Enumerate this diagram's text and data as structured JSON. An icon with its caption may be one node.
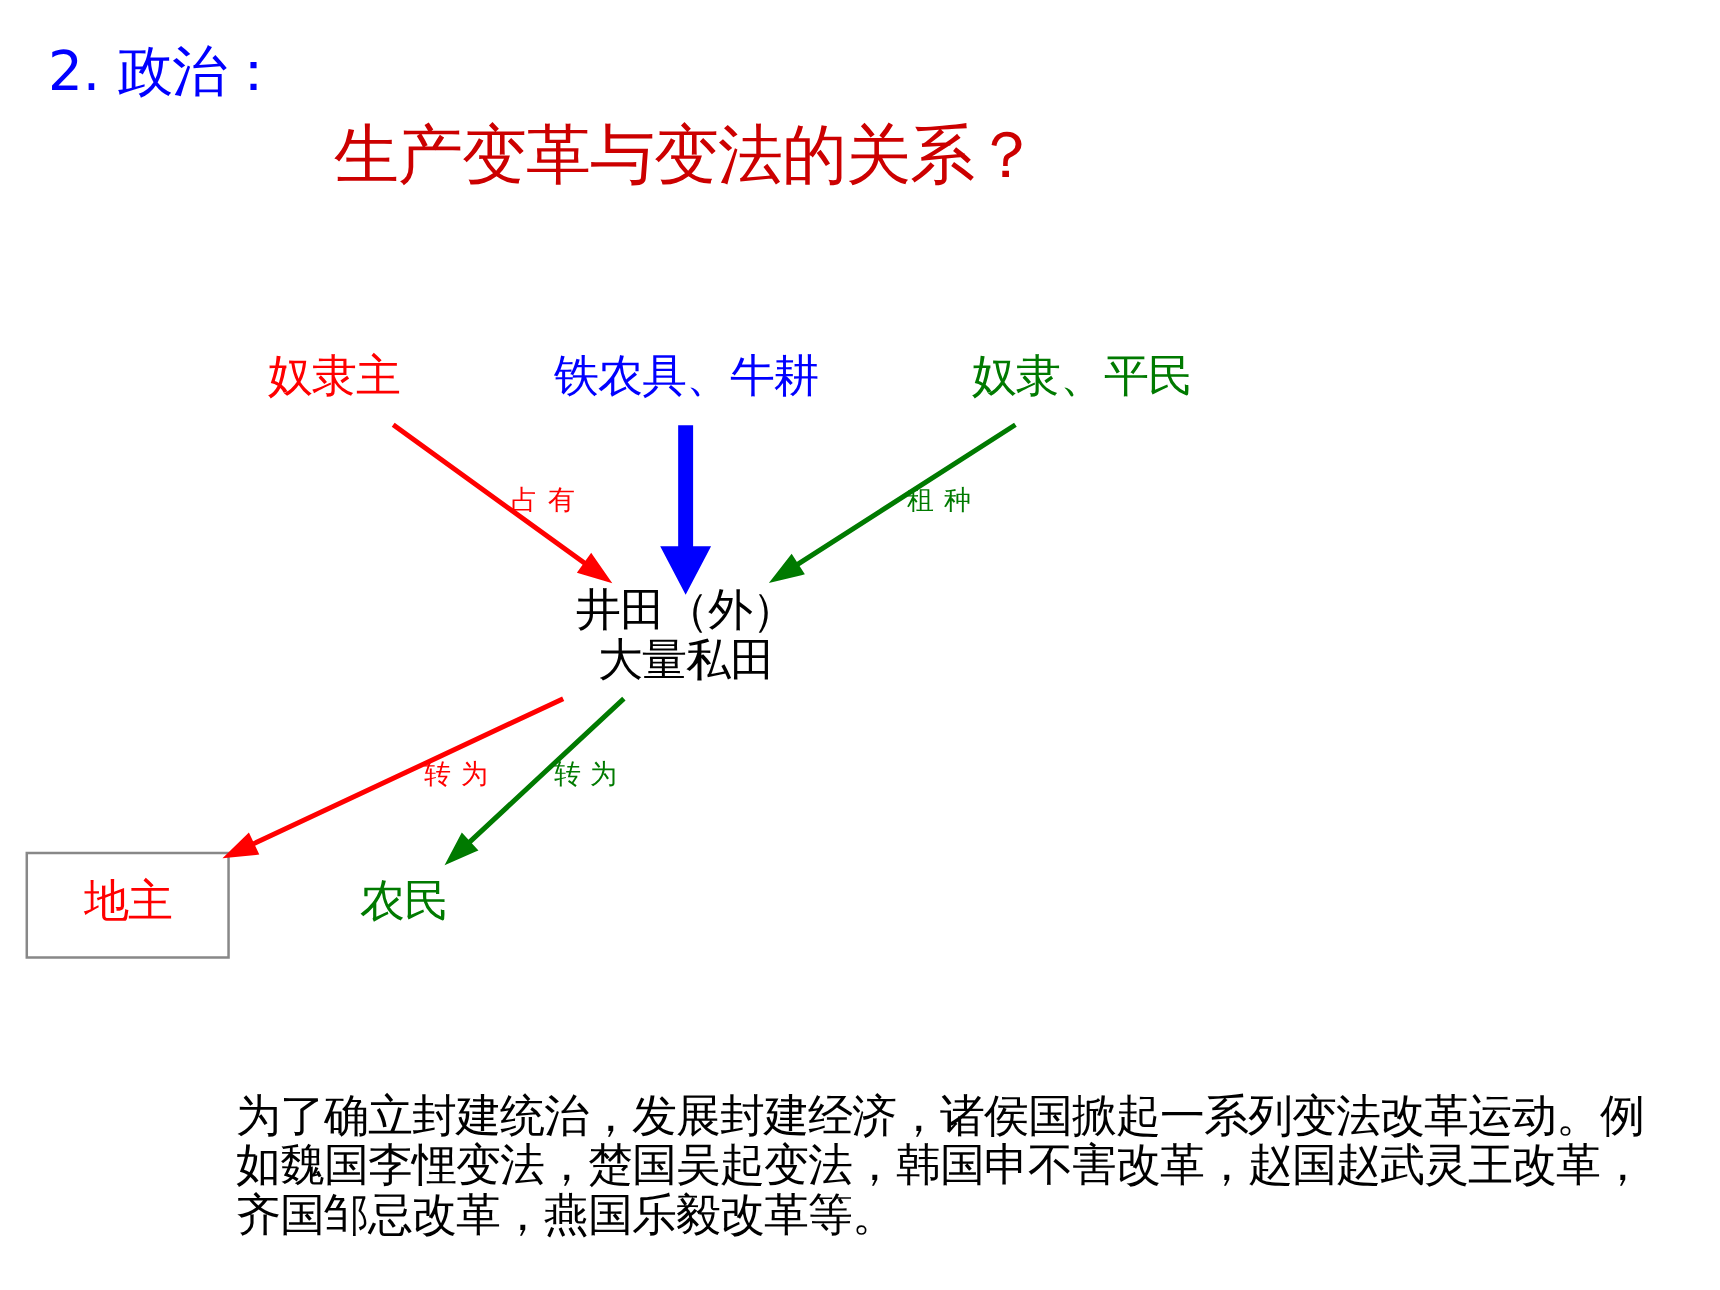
{
  "diagram": {
    "title": "2. 政治：",
    "nodes": [
      {
        "text": [
          "奴隶主"
        ]
      },
      {
        "text": [
          "铁农具、牛耕"
        ]
      },
      {
        "text": [
          "奴隶、平民"
        ]
      },
      {
        "text": [
          "井田（外）",
          "大量私田"
        ]
      },
      {
        "text": [
          "地主"
        ]
      },
      {
        "text": [
          "农民"
        ]
      }
    ],
    "edges": [
      {
        "from": 0,
        "to": 3,
        "arrow": "to",
        "label": "占 有",
        "color": "#ff0000"
      },
      {
        "from": 1,
        "to": 3,
        "arrow": "to",
        "style": "thick",
        "color": "#0000ff"
      },
      {
        "from": 2,
        "to": 3,
        "arrow": "to",
        "label": "租 种",
        "color": "#007a00"
      },
      {
        "from": 3,
        "to": 4,
        "arrow": "to",
        "label": "转 为",
        "color": "#ff0000"
      },
      {
        "from": 3,
        "to": 5,
        "arrow": "to",
        "label": "转 为",
        "color": "#007a00"
      }
    ],
    "labels": [
      "生产变革与变法的关系？",
      "为了确立封建统治，发展封建经济，诸侯国掀起一系列变法改革运动。例如魏国李悝变法，楚国吴起变法，韩国申不害改革，赵国赵武灵王改革，齐国邹忌改革，燕国乐毅改革等。"
    ]
  }
}
